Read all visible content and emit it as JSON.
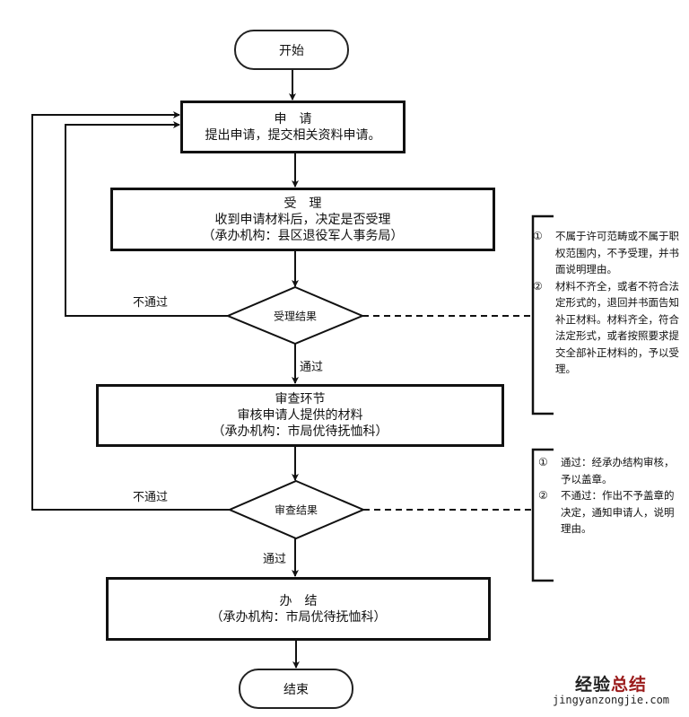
{
  "start": {
    "label": "开始"
  },
  "end": {
    "label": "结束"
  },
  "steps": [
    {
      "title": "申　请",
      "lines": [
        "提出申请，提交相关资料申请。"
      ]
    },
    {
      "title": "受　理",
      "lines": [
        "收到申请材料后，决定是否受理",
        "（承办机构：县区退役军人事务局）"
      ]
    },
    {
      "title": "审查环节",
      "lines": [
        "审核申请人提供的材料",
        "（承办机构：市局优待抚恤科）"
      ]
    },
    {
      "title": "办　结",
      "lines": [
        "（承办机构：市局优待抚恤科）"
      ]
    }
  ],
  "decisions": [
    {
      "label": "受理结果",
      "pass_label": "通过",
      "fail_label": "不通过"
    },
    {
      "label": "审查结果",
      "pass_label": "通过",
      "fail_label": "不通过"
    }
  ],
  "notes": [
    {
      "items": [
        {
          "num": "①",
          "text": "不属于许可范畴或不属于职权范围内，不予受理，并书面说明理由。"
        },
        {
          "num": "②",
          "text": "材料不齐全，或者不符合法定形式的，退回并书面告知补正材料。材料齐全，符合法定形式，或者按照要求提交全部补正材料的，予以受理。"
        }
      ]
    },
    {
      "items": [
        {
          "num": "①",
          "text": "通过：经承办结构审核，予以盖章。"
        },
        {
          "num": "②",
          "text": "不通过：作出不予盖章的决定，通知申请人，说明理由。"
        }
      ]
    }
  ],
  "watermark": {
    "title_part1": "经验",
    "title_part2": "总结",
    "url": "jingyanzongjie.com",
    "accent_color": "#9b1c1c"
  }
}
